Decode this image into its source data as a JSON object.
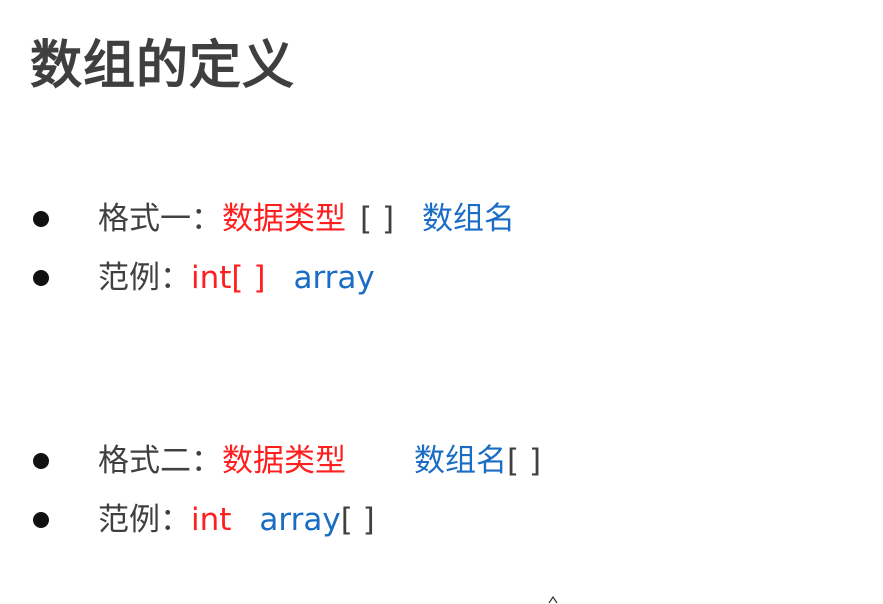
{
  "slide": {
    "title": "数组的定义",
    "items": [
      {
        "label": "格式一：",
        "type_text": "数据类型",
        "brackets": "[ ]",
        "name_text": "数组名"
      },
      {
        "label": "范例：",
        "type_text": "int[ ]",
        "name_text": "array"
      },
      {
        "label": "格式二：",
        "type_text": "数据类型",
        "name_text": "数组名",
        "brackets": "[ ]"
      },
      {
        "label": "范例：",
        "type_text": "int",
        "name_text": "array",
        "brackets": "[ ]"
      }
    ]
  },
  "colors": {
    "title": "#3f3f3f",
    "label": "#404040",
    "type_highlight": "#ff1f1f",
    "name_highlight": "#1a6cc4",
    "bullet": "#111111",
    "background": "#ffffff"
  }
}
